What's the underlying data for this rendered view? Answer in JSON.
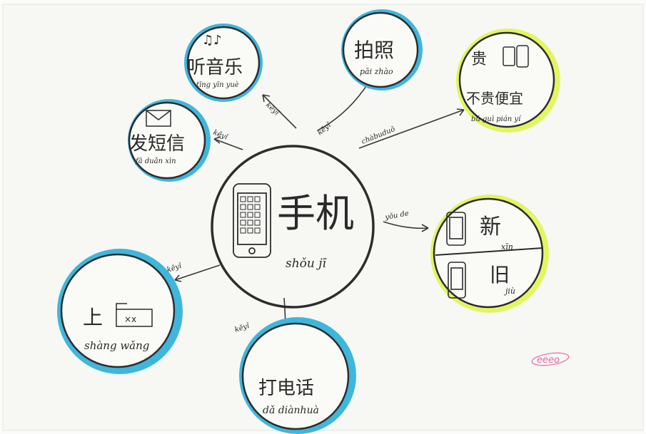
{
  "center": {
    "text": "手机",
    "pinyin": "shǒu jī"
  },
  "topics": [
    {
      "id": "music",
      "text": "听音乐",
      "pinyin": "tīng yīn yuè",
      "link": "kěyǐ"
    },
    {
      "id": "photo",
      "text": "拍照",
      "pinyin": "pāi zhào",
      "link": "kěyǐ"
    },
    {
      "id": "sms",
      "text": "发短信",
      "pinyin": "fā duǎn xìn",
      "link": "kěyǐ"
    },
    {
      "id": "price",
      "top": "贵",
      "text": "不贵便宜",
      "pinyin": "bú guì  pián yí",
      "link": "chàbuduō"
    },
    {
      "id": "newold",
      "new": "新",
      "new_py": "xīn",
      "old": "旧",
      "old_py": "jiù",
      "link": "yǒu de"
    },
    {
      "id": "net",
      "text": "上",
      "pinyin": "shàng wǎng",
      "link": "kěyǐ"
    },
    {
      "id": "call",
      "text": "打电话",
      "pinyin": "dǎ diànhuà",
      "link": "kěyǐ"
    }
  ],
  "signature": "eeeo",
  "colors": {
    "blue": "#3fb6dc",
    "yellow": "#e3f560",
    "ink": "#2a2a2a",
    "pink": "#e46aa8"
  }
}
